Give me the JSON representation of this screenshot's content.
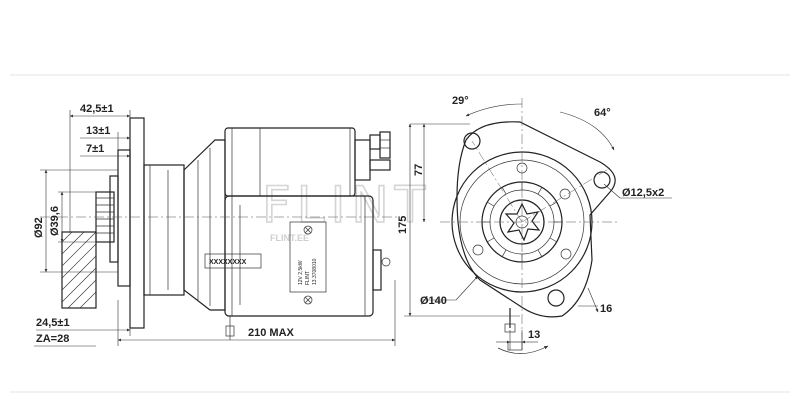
{
  "watermark": {
    "brand": "FLINT",
    "site": "FLINT.EE"
  },
  "side_view": {
    "dimensions": {
      "d_42_5": "42,5±1",
      "d_13": "13±1",
      "d_7": "7±1",
      "d_92": "Ø92",
      "d_39_6": "Ø39,6",
      "d_24_5": "24,5±1",
      "za": "ZA=28",
      "length": "210 MAX"
    },
    "nameplate": {
      "serial": "XXXXXXXX",
      "lines": [
        "12V 2,5kW",
        "FLINT",
        "13.3708010"
      ]
    }
  },
  "front_view": {
    "dimensions": {
      "angle_29": "29°",
      "angle_64": "64°",
      "d_77": "77",
      "d_175": "175",
      "holes": "Ø12,5x2",
      "d_140": "Ø140",
      "d_16": "16",
      "d_13": "13"
    }
  }
}
